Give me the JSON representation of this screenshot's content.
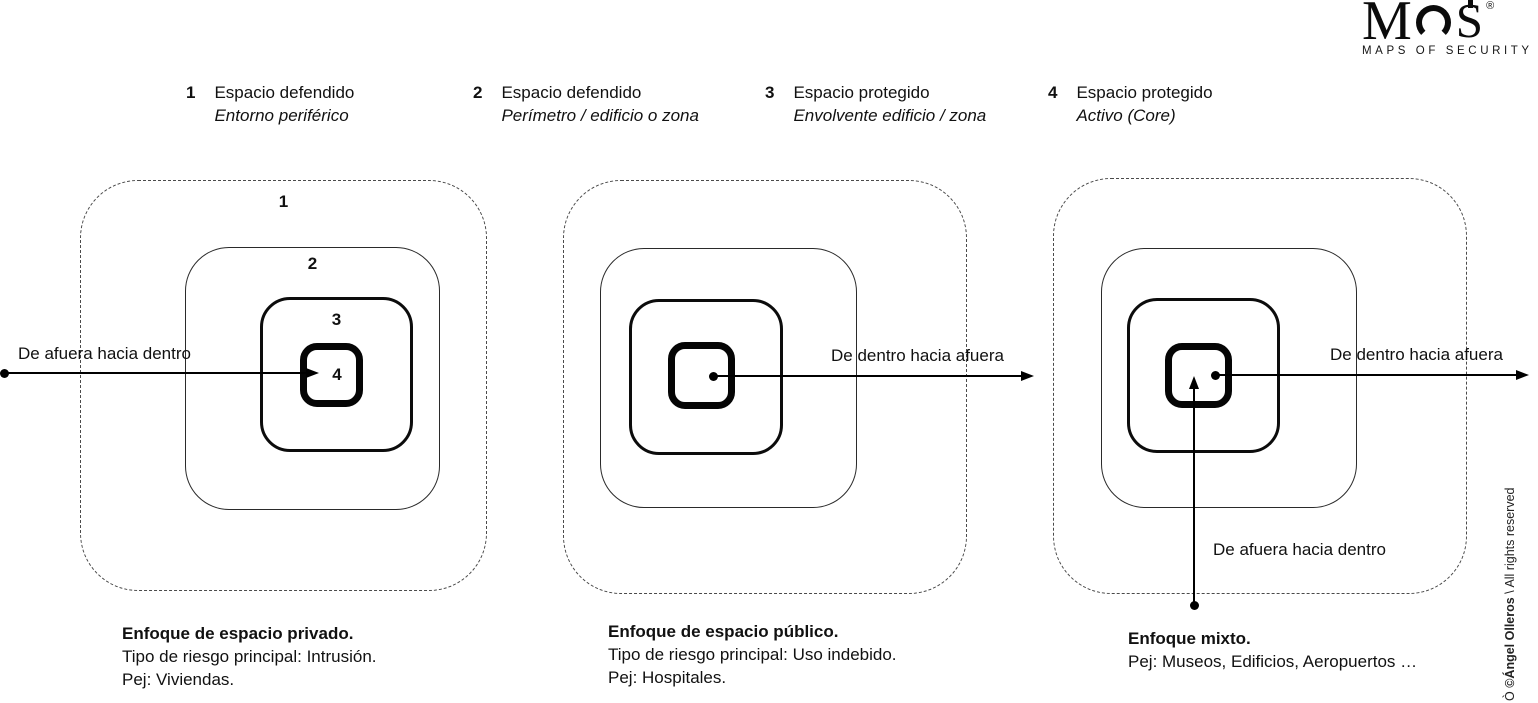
{
  "colors": {
    "ink": "#000000",
    "background": "#ffffff"
  },
  "logo": {
    "m": "M",
    "s": "S",
    "registered": "®",
    "tagline": "MAPS OF SECURITY"
  },
  "legend": {
    "items": [
      {
        "num": "1",
        "title": "Espacio defendido",
        "subtitle": "Entorno periférico"
      },
      {
        "num": "2",
        "title": "Espacio defendido",
        "subtitle": "Perímetro / edificio o zona"
      },
      {
        "num": "3",
        "title": "Espacio protegido",
        "subtitle": "Envolvente edificio / zona"
      },
      {
        "num": "4",
        "title": "Espacio protegido",
        "subtitle": "Activo (Core)"
      }
    ]
  },
  "diagram1": {
    "ring_labels": {
      "r1": "1",
      "r2": "2",
      "r3": "3",
      "r4": "4"
    },
    "arrow_label": "De afuera hacia dentro",
    "caption": {
      "title": "Enfoque de espacio privado.",
      "risk": "Tipo de riesgo principal: Intrusión.",
      "example": "Pej: Viviendas."
    }
  },
  "diagram2": {
    "arrow_label": "De dentro hacia afuera",
    "caption": {
      "title": "Enfoque de espacio público.",
      "risk": "Tipo de riesgo principal: Uso indebido.",
      "example": "Pej: Hospitales."
    }
  },
  "diagram3": {
    "arrow_label_out": "De dentro hacia afuera",
    "arrow_label_in": "De afuera hacia dentro",
    "caption": {
      "title": "Enfoque mixto.",
      "example": "Pej: Museos, Edificios, Aeropuertos …"
    }
  },
  "copyright": {
    "mark": "Ò",
    "author": "©Ángel Olleros",
    "rights": "\\ All rights reserved"
  }
}
